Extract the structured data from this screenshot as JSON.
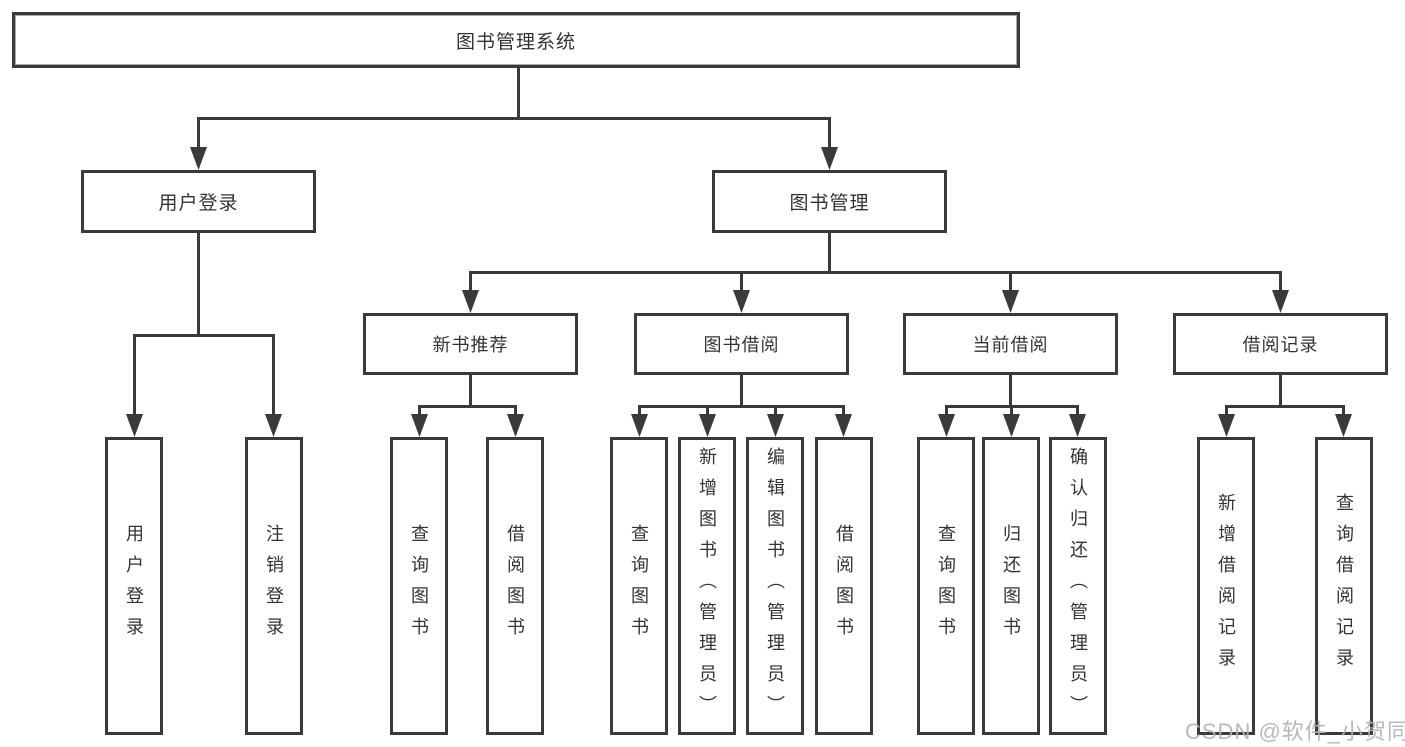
{
  "diagram": {
    "root": {
      "label": "图书管理系统"
    },
    "level2": {
      "user_login": {
        "label": "用户登录"
      },
      "book_mgmt": {
        "label": "图书管理"
      }
    },
    "level3": {
      "new_books": {
        "label": "新书推荐"
      },
      "borrowing": {
        "label": "图书借阅"
      },
      "current": {
        "label": "当前借阅"
      },
      "records": {
        "label": "借阅记录"
      }
    },
    "leaves": {
      "user_login_1": {
        "label": "用户登录"
      },
      "user_login_2": {
        "label": "注销登录"
      },
      "new_books_1": {
        "label": "查询图书"
      },
      "new_books_2": {
        "label": "借阅图书"
      },
      "borrowing_1": {
        "label": "查询图书"
      },
      "borrowing_2": {
        "label": "新增图书（管理员）"
      },
      "borrowing_3": {
        "label": "编辑图书（管理员）"
      },
      "borrowing_4": {
        "label": "借阅图书"
      },
      "current_1": {
        "label": "查询图书"
      },
      "current_2": {
        "label": "归还图书"
      },
      "current_3": {
        "label": "确认归还（管理员）"
      },
      "records_1": {
        "label": "新增借阅记录"
      },
      "records_2": {
        "label": "查询借阅记录"
      }
    },
    "colors": {
      "line": "#3a3a3a",
      "text": "#333333",
      "watermark": "#b2b2b2"
    },
    "watermark": "CSDN @软件_小贺同学"
  }
}
